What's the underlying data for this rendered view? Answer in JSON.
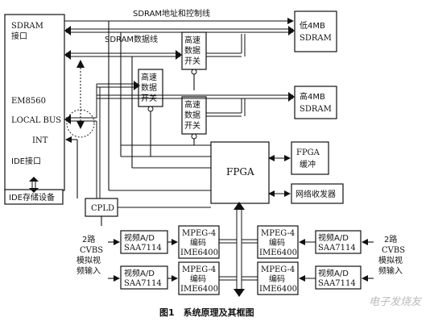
{
  "blocks": {
    "em8560": {
      "sdram_if_line1": "SDRAM",
      "sdram_if_line2": "接口",
      "chip": "EM8560",
      "local_bus": "LOCAL BUS",
      "int": "INT",
      "ide_if": "IDE接口"
    },
    "ide_device": "IDE存储设备",
    "sdram_low": {
      "line1": "低4MB",
      "line2": "SDRAM"
    },
    "sdram_high": {
      "line1": "高4MB",
      "line2": "SDRAM"
    },
    "switch": {
      "line1": "高速",
      "line2": "数据",
      "line3": "开关"
    },
    "fpga": "FPGA",
    "fpga_buffer": {
      "line1": "FPGA",
      "line2": "缓冲"
    },
    "net_transceiver": "网络收发器",
    "cpld": "CPLD",
    "video_ad": {
      "line1": "视频A/D",
      "line2": "SAA7114"
    },
    "mpeg4": {
      "line1": "MPEG-4",
      "line2": "编码",
      "line3": "IME6400"
    },
    "cvbs": {
      "line1": "2路",
      "line2": "CVBS",
      "line3": "模拟视",
      "line4": "频输入"
    }
  },
  "lines": {
    "sdram_addr_ctrl": "SDRAM地址和控制线",
    "sdram_data": "SDRAM数据线"
  },
  "caption": "图1　系统原理及其框图",
  "watermark": "电子发烧友"
}
